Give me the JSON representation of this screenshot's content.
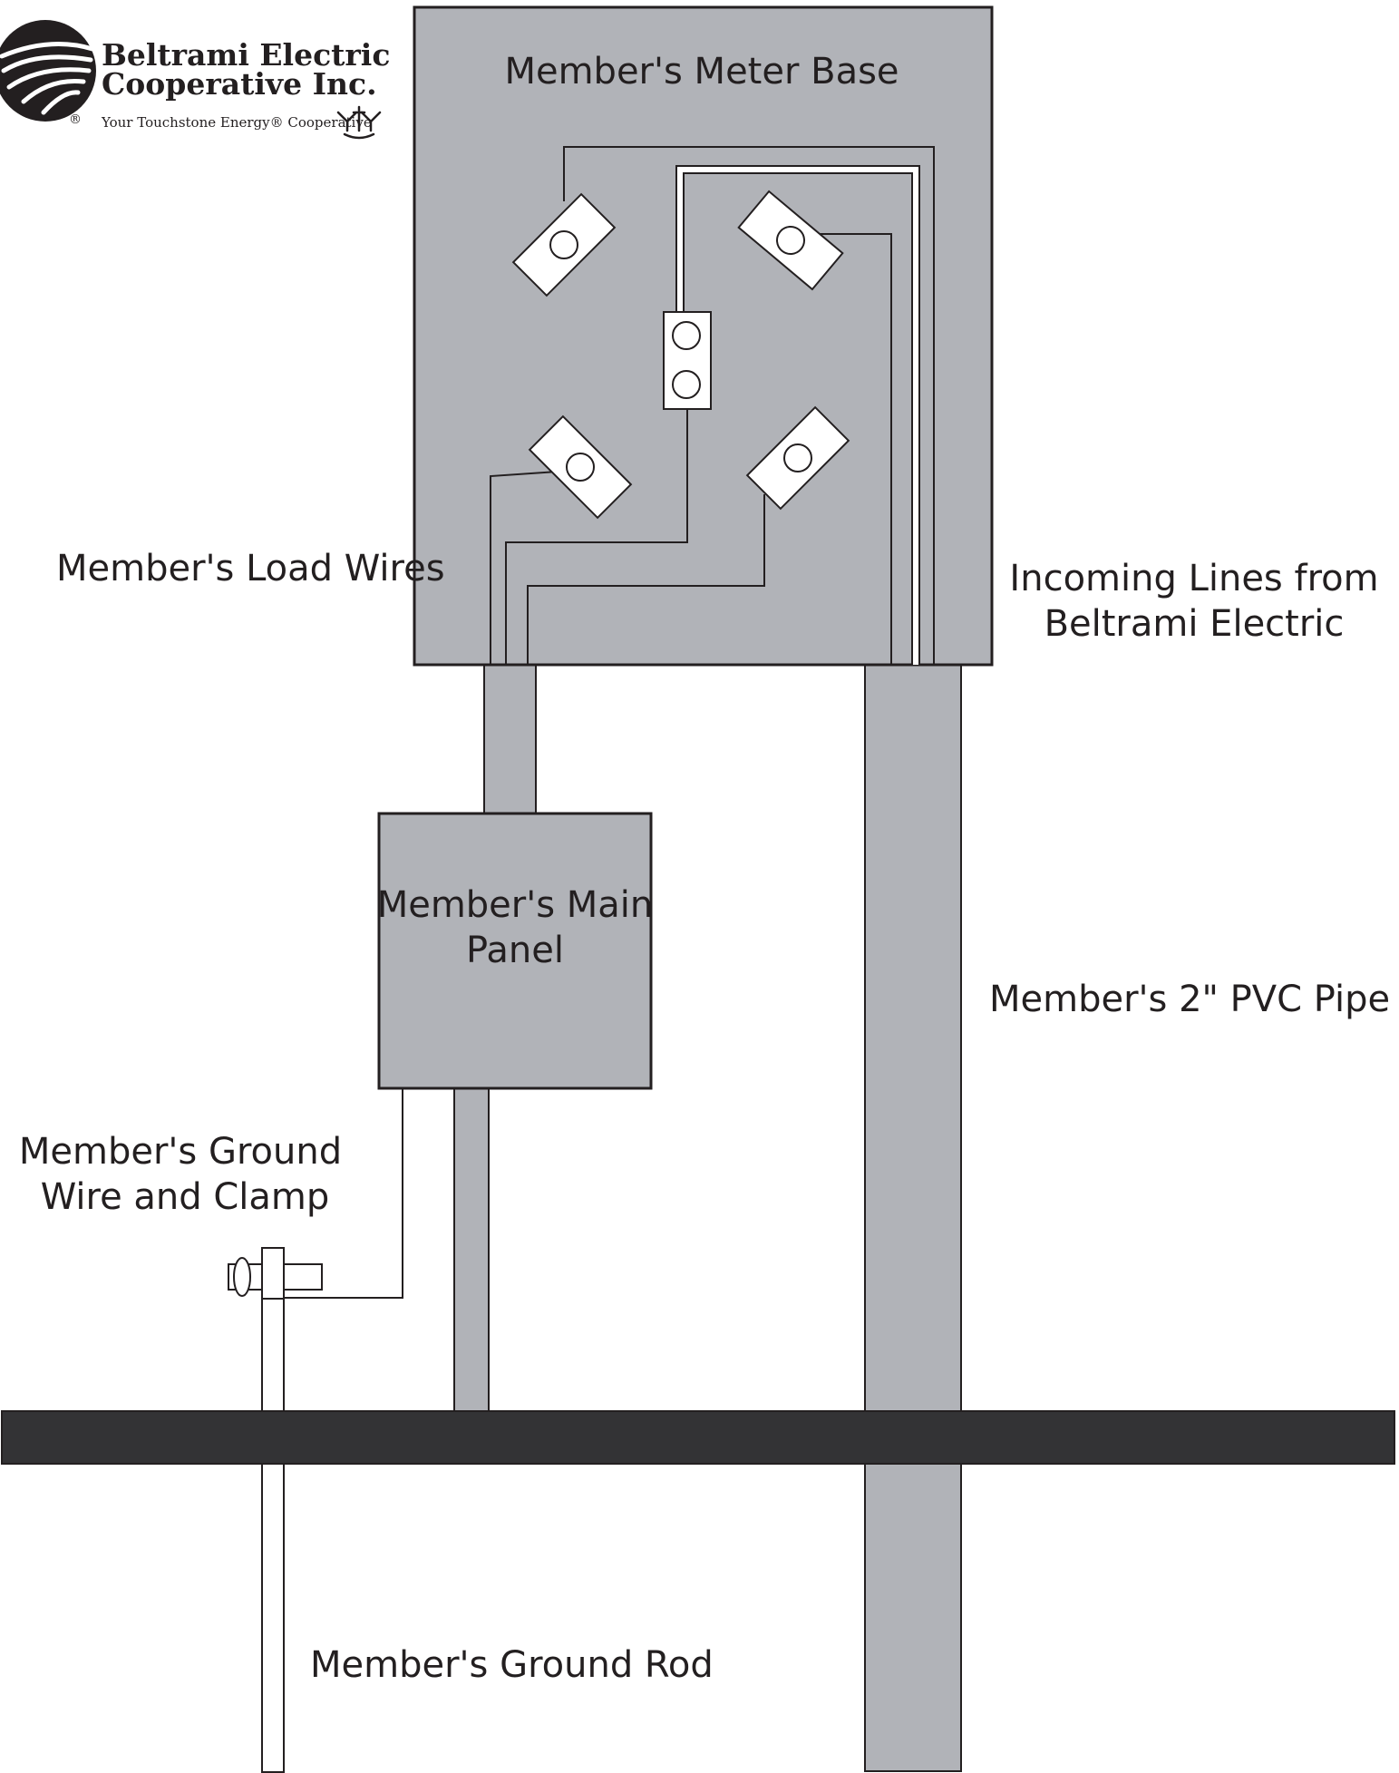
{
  "logo": {
    "name_line1": "Beltrami Electric",
    "name_line2": "Cooperative Inc.",
    "tagline": "Your Touchstone Energy® Cooperative",
    "registered_mark": "®"
  },
  "labels": {
    "meter_base": "Member's Meter Base",
    "load_wires": "Member's Load Wires",
    "incoming_line1": "Incoming Lines from",
    "incoming_line2": "Beltrami Electric",
    "main_panel_line1": "Member's Main",
    "main_panel_line2": "Panel",
    "pvc_pipe": "Member's 2\" PVC Pipe",
    "ground_wire_line1": "Member's Ground",
    "ground_wire_line2": "Wire and Clamp",
    "ground_rod": "Member's Ground Rod"
  },
  "colors": {
    "box_fill": "#b1b3b8",
    "outline": "#231f20",
    "ground_band": "#333335",
    "background": "#ffffff"
  }
}
